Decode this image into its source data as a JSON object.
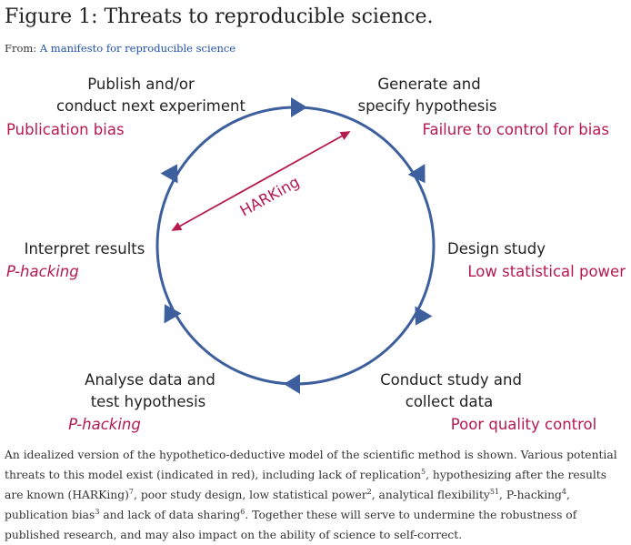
{
  "header": {
    "title": "Figure 1: Threats to reproducible science.",
    "from_label": "From:",
    "from_link": "A manifesto for reproducible science"
  },
  "diagram": {
    "steps": [
      {
        "line1": "Generate and",
        "line2": "specify hypothesis",
        "threat": "Failure to control for bias"
      },
      {
        "line1": "Design study",
        "threat": "Low statistical power"
      },
      {
        "line1": "Conduct study and",
        "line2": "collect data",
        "threat": "Poor quality control"
      },
      {
        "line1": "Analyse data and",
        "line2": "test hypothesis",
        "threat": "P-hacking"
      },
      {
        "line1": "Interpret results",
        "threat": "P-hacking"
      },
      {
        "line1": "Publish and/or",
        "line2": "conduct next experiment",
        "threat": "Publication bias"
      }
    ],
    "harking_label": "HARKing",
    "colors": {
      "cycle": "#3e5f9d",
      "threat": "#b5194e",
      "text": "#222222"
    }
  },
  "caption": {
    "t1": "An idealized version of the hypothetico-deductive model of the scientific method is shown. Various potential threats to this model exist (indicated in red), including lack of replication",
    "r1": "5",
    "t2": ", hypothesizing after the results are known (HARKing)",
    "r2": "7",
    "t3": ", poor study design, low statistical power",
    "r3": "2",
    "t4": ", analytical flexibility",
    "r4": "51",
    "t5": ", P-hacking",
    "r5": "4",
    "t6": ", publication bias",
    "r6": "3",
    "t7": " and lack of data sharing",
    "r7": "6",
    "t8": ". Together these will serve to undermine the robustness of published research, and may also impact on the ability of science to self-correct."
  }
}
